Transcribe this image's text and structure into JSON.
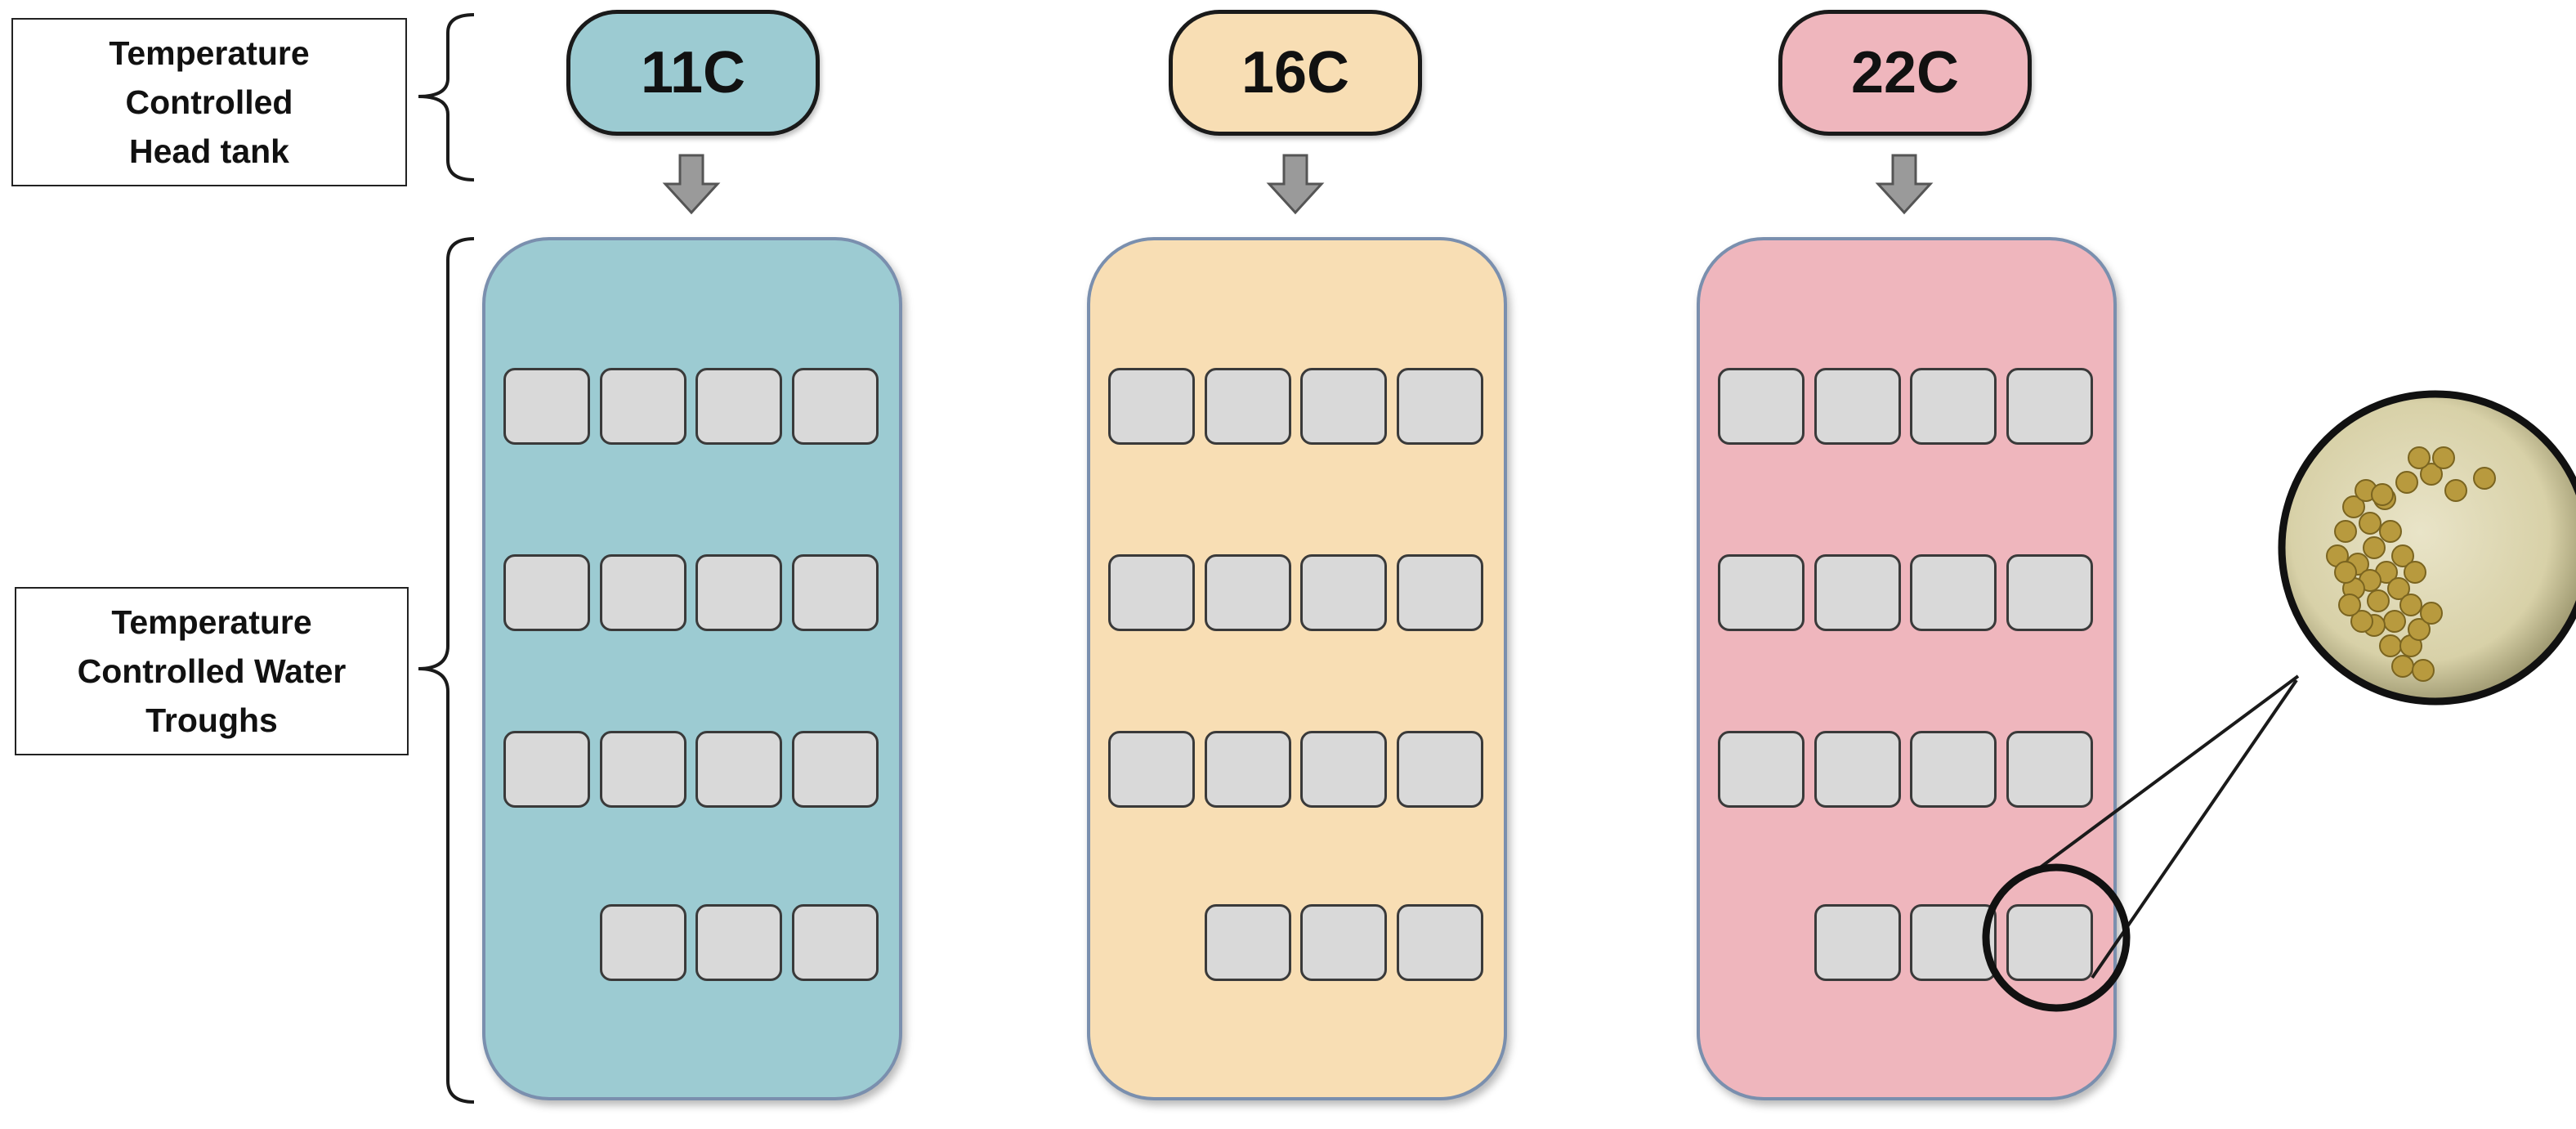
{
  "labels": {
    "head_tank": [
      "Temperature",
      "Controlled",
      "Head tank"
    ],
    "troughs": [
      "Temperature",
      "Controlled Water",
      "Troughs"
    ]
  },
  "head_tanks": [
    {
      "label": "11C",
      "color": "#9ccbd2"
    },
    {
      "label": "16C",
      "color": "#f8deb4"
    },
    {
      "label": "22C",
      "color": "#efb6bd"
    }
  ],
  "troughs": [
    {
      "color": "#9ccbd2",
      "rows": [
        4,
        4,
        4,
        3
      ]
    },
    {
      "color": "#f8deb4",
      "rows": [
        4,
        4,
        4,
        3
      ]
    },
    {
      "color": "#efb6bd",
      "rows": [
        4,
        4,
        4,
        3
      ]
    }
  ],
  "colors": {
    "arrow": "#9a9a9a",
    "cell_fill": "#d9d9d9",
    "outline": "#1a1a1a"
  },
  "inset": {
    "description_icon": "egg-photo-inset",
    "highlighted_trough": 2,
    "highlighted_cell": "row 4, last"
  }
}
